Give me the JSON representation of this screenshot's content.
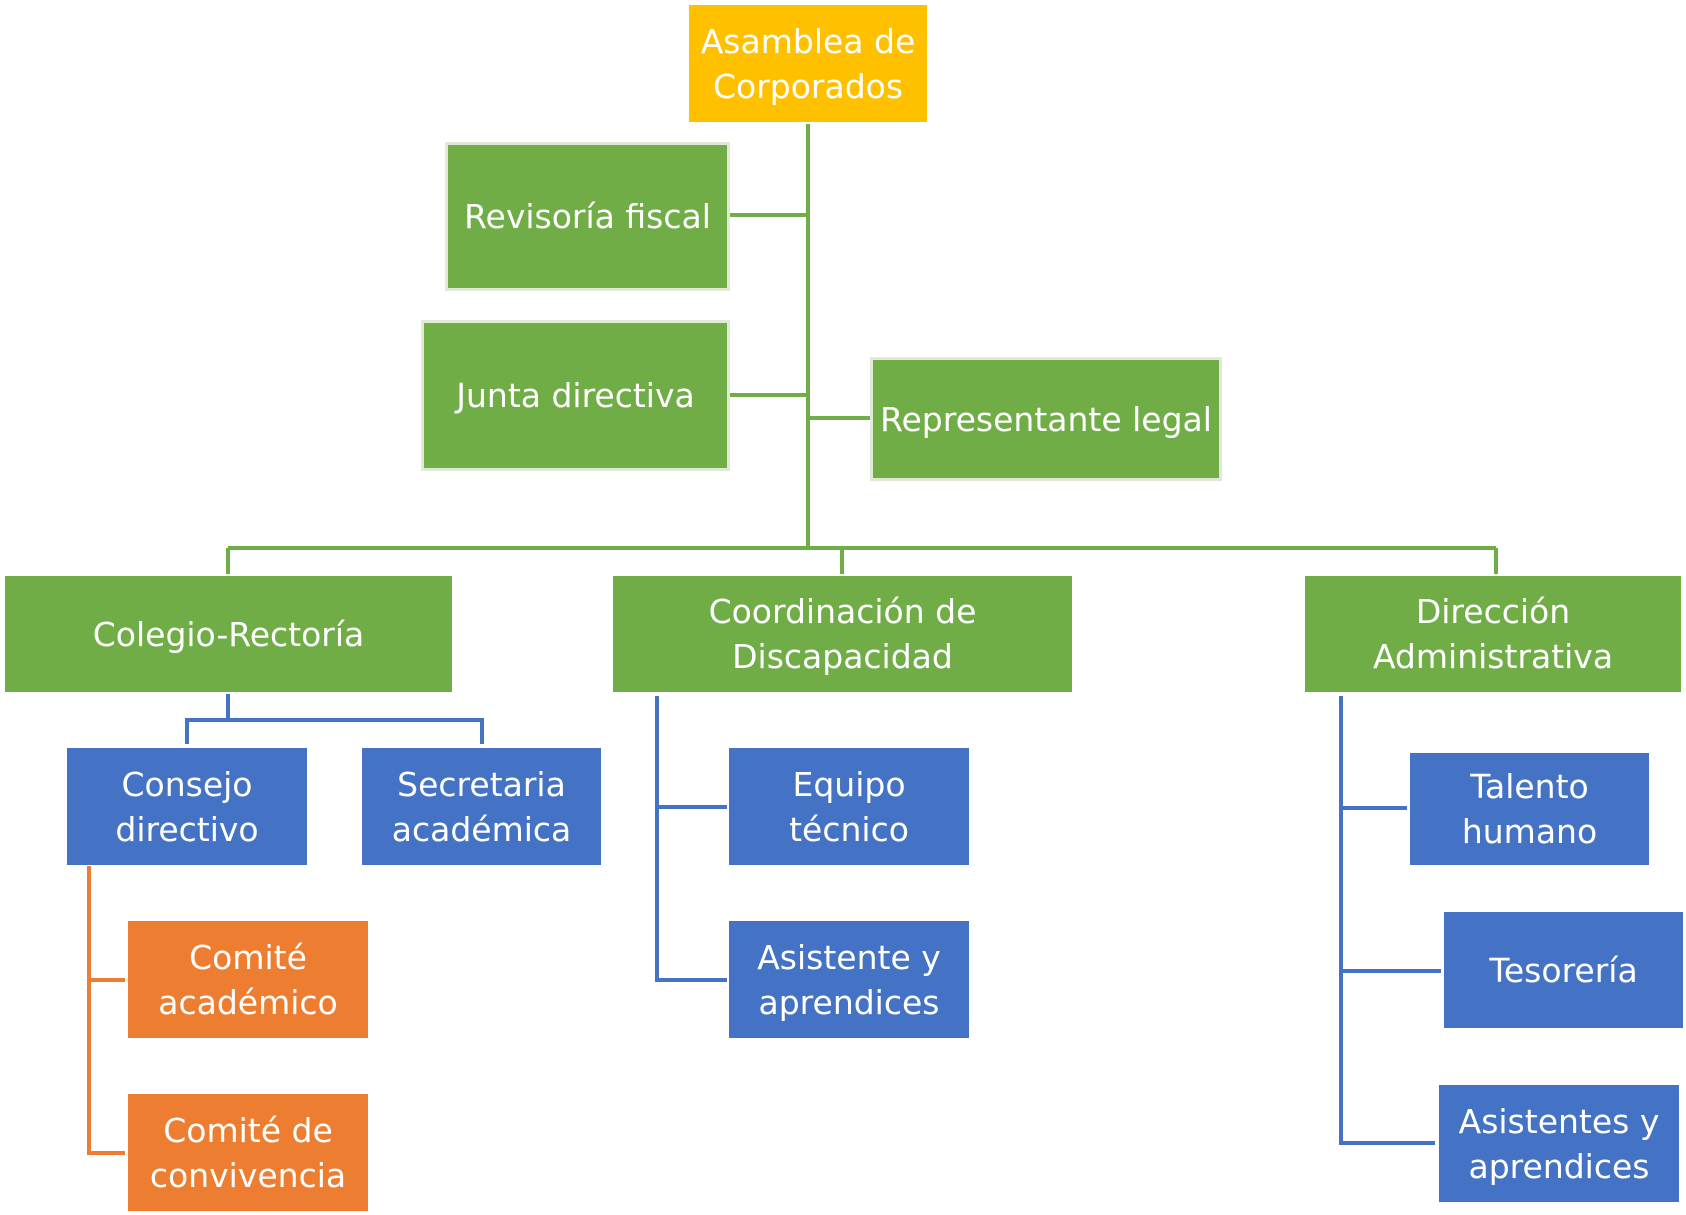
{
  "top": {
    "label": "Asamblea de\nCorporados",
    "color": "#FFC000"
  },
  "governance": {
    "revisoria": "Revisoría fiscal",
    "junta": "Junta directiva",
    "representante": "Representante legal"
  },
  "divisions": {
    "colegio": {
      "label": "Colegio-Rectoría",
      "consejo": "Consejo\ndirectivo",
      "secretaria": "Secretaria\nacadémica",
      "comite_academico": "Comité\nacadémico",
      "comite_convivencia": "Comité de\nconvivencia"
    },
    "discapacidad": {
      "label": "Coordinación de\nDiscapacidad",
      "equipo": "Equipo\ntécnico",
      "asistente": "Asistente  y\naprendices"
    },
    "administrativa": {
      "label": "Dirección\nAdministrativa",
      "talento": "Talento\nhumano",
      "tesoreria": "Tesorería",
      "asistentes": "Asistentes y\naprendices"
    }
  },
  "colors": {
    "level1": "#FFC000",
    "level2": "#70AD47",
    "level3": "#4472C4",
    "level4": "#ED7D31",
    "connector_green": "#70AD47",
    "connector_blue": "#4472C4",
    "connector_orange": "#ED7D31"
  }
}
